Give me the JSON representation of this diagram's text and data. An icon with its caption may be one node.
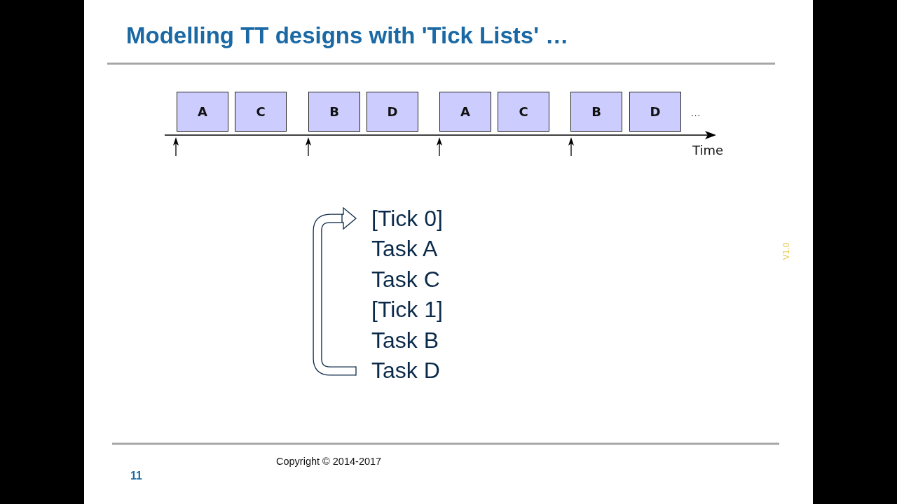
{
  "diagram": {
    "title": "Modelling TT designs with 'Tick Lists' …",
    "nodes": [
      {
        "text": [
          "A"
        ]
      },
      {
        "text": [
          "C"
        ]
      },
      {
        "text": [
          "B"
        ]
      },
      {
        "text": [
          "D"
        ]
      },
      {
        "text": [
          "A"
        ]
      },
      {
        "text": [
          "C"
        ]
      },
      {
        "text": [
          "B"
        ]
      },
      {
        "text": [
          "D"
        ]
      },
      {
        "text": [
          "[Tick 0]"
        ]
      },
      {
        "text": [
          "Task A"
        ]
      },
      {
        "text": [
          "Task C"
        ]
      },
      {
        "text": [
          "[Tick 1]"
        ]
      },
      {
        "text": [
          "Task B"
        ]
      },
      {
        "text": [
          "Task D"
        ]
      }
    ],
    "edges": [
      {
        "from": 13,
        "to": 8,
        "arrow": "to"
      }
    ],
    "labels": [
      "…",
      "Time",
      "V1.0",
      "11",
      "Copyright © 2014-2017"
    ]
  }
}
